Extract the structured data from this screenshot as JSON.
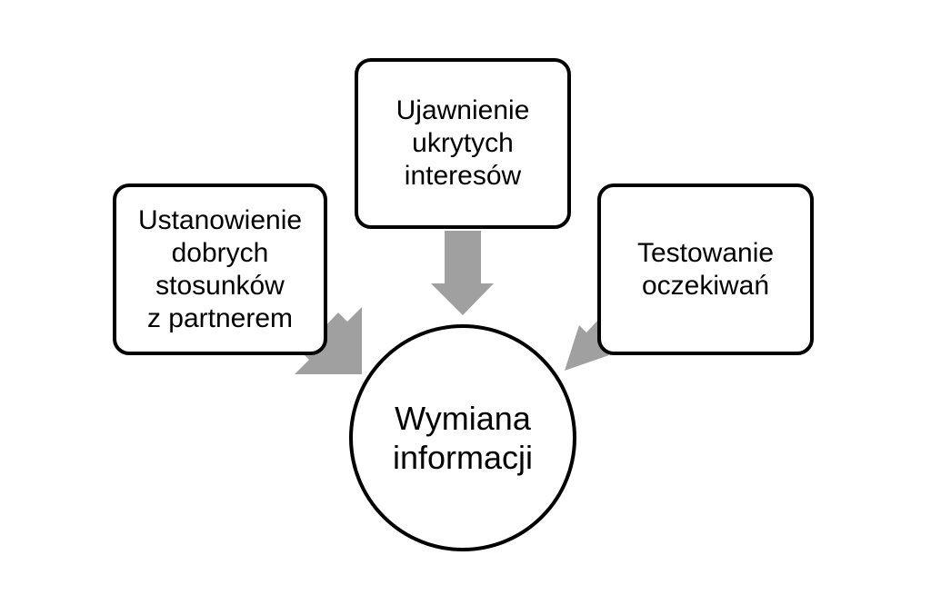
{
  "diagram": {
    "center": {
      "label": "Wymiana\ninformacji"
    },
    "nodes": [
      {
        "id": "left",
        "label": "Ustanowienie\ndobrych\nstosunków\nz partnerem"
      },
      {
        "id": "top",
        "label": "Ujawnienie\nukrytych\ninteresów"
      },
      {
        "id": "right",
        "label": "Testowanie\noczekiwań"
      }
    ],
    "colors": {
      "arrow": "#a0a0a0",
      "border": "#000000",
      "background": "#ffffff"
    }
  }
}
